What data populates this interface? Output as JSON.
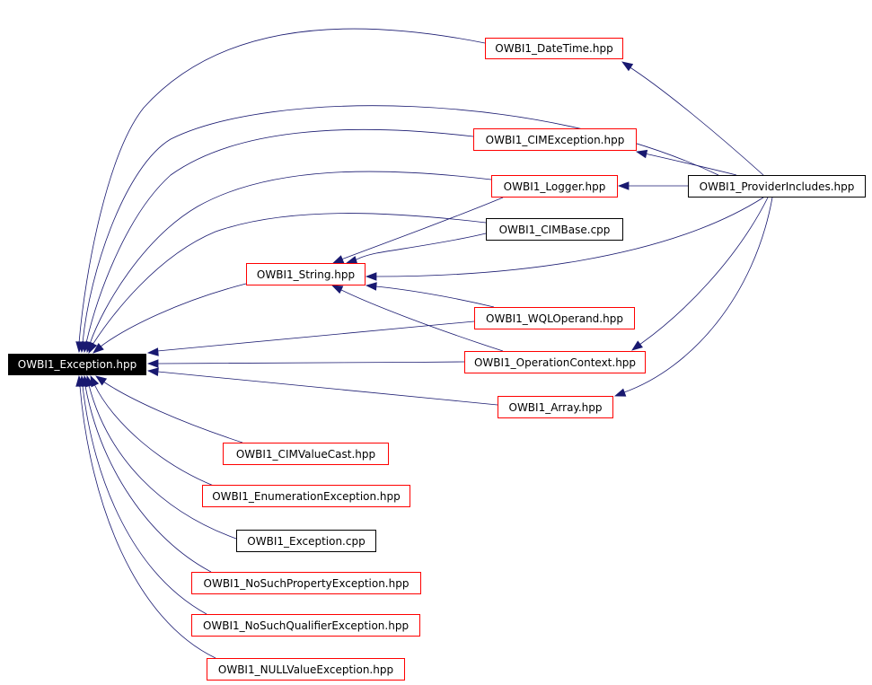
{
  "diagram": {
    "edge_color": "#191970",
    "nodes": {
      "exception_hpp": {
        "label": "OWBI1_Exception.hpp",
        "style": "root"
      },
      "datetime_hpp": {
        "label": "OWBI1_DateTime.hpp",
        "style": "red"
      },
      "cimexception_hpp": {
        "label": "OWBI1_CIMException.hpp",
        "style": "red"
      },
      "logger_hpp": {
        "label": "OWBI1_Logger.hpp",
        "style": "red"
      },
      "providerincludes_hpp": {
        "label": "OWBI1_ProviderIncludes.hpp",
        "style": "black"
      },
      "cimbase_cpp": {
        "label": "OWBI1_CIMBase.cpp",
        "style": "black"
      },
      "string_hpp": {
        "label": "OWBI1_String.hpp",
        "style": "red"
      },
      "wqloperand_hpp": {
        "label": "OWBI1_WQLOperand.hpp",
        "style": "red"
      },
      "operationcontext_hpp": {
        "label": "OWBI1_OperationContext.hpp",
        "style": "red"
      },
      "array_hpp": {
        "label": "OWBI1_Array.hpp",
        "style": "red"
      },
      "cimvaluecast_hpp": {
        "label": "OWBI1_CIMValueCast.hpp",
        "style": "red"
      },
      "enumerationexception_hpp": {
        "label": "OWBI1_EnumerationException.hpp",
        "style": "red"
      },
      "exception_cpp": {
        "label": "OWBI1_Exception.cpp",
        "style": "black"
      },
      "nosuchproperty_hpp": {
        "label": "OWBI1_NoSuchPropertyException.hpp",
        "style": "red"
      },
      "nosuchqualifier_hpp": {
        "label": "OWBI1_NoSuchQualifierException.hpp",
        "style": "red"
      },
      "nullvalue_hpp": {
        "label": "OWBI1_NULLValueException.hpp",
        "style": "red"
      }
    },
    "edges": [
      {
        "from": "datetime_hpp",
        "to": "exception_hpp"
      },
      {
        "from": "providerincludes_hpp",
        "to": "exception_hpp"
      },
      {
        "from": "cimexception_hpp",
        "to": "exception_hpp"
      },
      {
        "from": "logger_hpp",
        "to": "exception_hpp"
      },
      {
        "from": "cimbase_cpp",
        "to": "exception_hpp"
      },
      {
        "from": "string_hpp",
        "to": "exception_hpp"
      },
      {
        "from": "wqloperand_hpp",
        "to": "exception_hpp"
      },
      {
        "from": "operationcontext_hpp",
        "to": "exception_hpp"
      },
      {
        "from": "array_hpp",
        "to": "exception_hpp"
      },
      {
        "from": "cimvaluecast_hpp",
        "to": "exception_hpp"
      },
      {
        "from": "enumerationexception_hpp",
        "to": "exception_hpp"
      },
      {
        "from": "exception_cpp",
        "to": "exception_hpp"
      },
      {
        "from": "nosuchproperty_hpp",
        "to": "exception_hpp"
      },
      {
        "from": "nosuchqualifier_hpp",
        "to": "exception_hpp"
      },
      {
        "from": "nullvalue_hpp",
        "to": "exception_hpp"
      },
      {
        "from": "providerincludes_hpp",
        "to": "datetime_hpp"
      },
      {
        "from": "providerincludes_hpp",
        "to": "cimexception_hpp"
      },
      {
        "from": "providerincludes_hpp",
        "to": "logger_hpp"
      },
      {
        "from": "providerincludes_hpp",
        "to": "string_hpp"
      },
      {
        "from": "providerincludes_hpp",
        "to": "operationcontext_hpp"
      },
      {
        "from": "providerincludes_hpp",
        "to": "array_hpp"
      },
      {
        "from": "logger_hpp",
        "to": "string_hpp"
      },
      {
        "from": "cimbase_cpp",
        "to": "string_hpp"
      },
      {
        "from": "wqloperand_hpp",
        "to": "string_hpp"
      },
      {
        "from": "operationcontext_hpp",
        "to": "string_hpp"
      }
    ]
  }
}
